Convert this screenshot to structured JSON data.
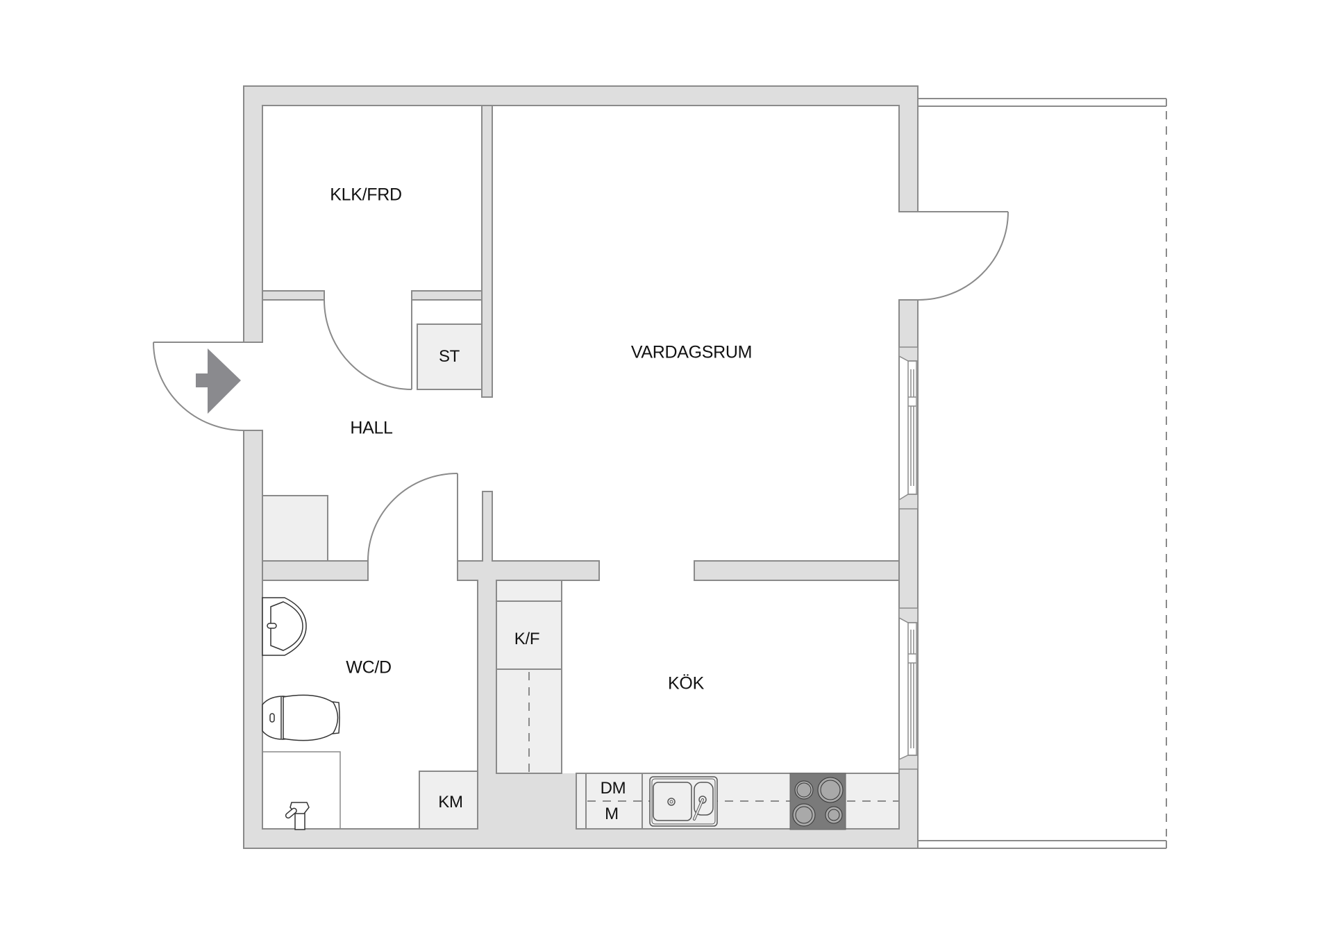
{
  "plan": {
    "colors": {
      "wall": "#dedede",
      "wall_stroke": "#8a8a8a",
      "cabinet": "#efefef",
      "stove": "#7a7a7a",
      "burner": "#a9a9a9",
      "entrance_arrow": "#8a8a8e",
      "text": "#111111"
    },
    "rooms": [
      {
        "id": "klk-frd",
        "label": "KLK/FRD"
      },
      {
        "id": "vardagsrum",
        "label": "VARDAGSRUM"
      },
      {
        "id": "hall",
        "label": "HALL"
      },
      {
        "id": "wc-d",
        "label": "WC/D"
      },
      {
        "id": "kok",
        "label": "KÖK"
      }
    ],
    "fixtures": [
      {
        "id": "st",
        "label": "ST"
      },
      {
        "id": "k-f",
        "label": "K/F"
      },
      {
        "id": "km",
        "label": "KM"
      },
      {
        "id": "dm",
        "label": "DM"
      },
      {
        "id": "m",
        "label": "M"
      }
    ],
    "icons": {
      "entrance": "entrance-arrow-icon",
      "sink": "kitchen-sink-icon",
      "stove": "stove-icon",
      "washbasin": "washbasin-icon",
      "toilet": "toilet-icon",
      "shower": "shower-icon"
    }
  }
}
